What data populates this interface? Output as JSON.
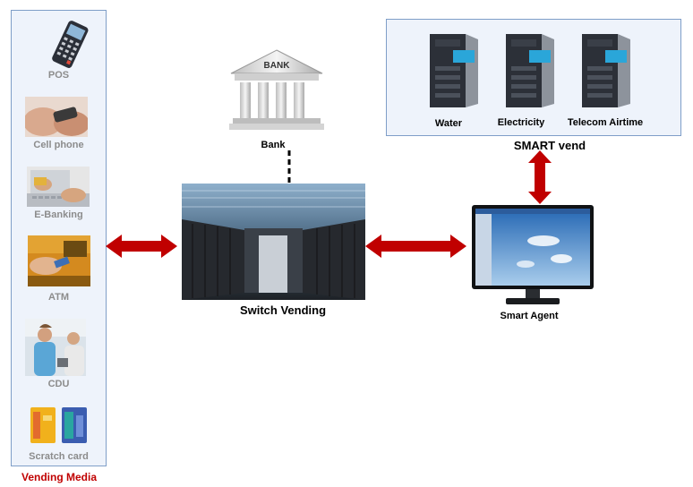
{
  "vending_media": {
    "title": "Vending Media",
    "items": [
      {
        "label": "POS"
      },
      {
        "label": "Cell phone"
      },
      {
        "label": "E-Banking"
      },
      {
        "label": "ATM"
      },
      {
        "label": "CDU"
      },
      {
        "label": "Scratch card"
      }
    ]
  },
  "bank": {
    "sign": "BANK",
    "label": "Bank"
  },
  "switch": {
    "label": "Switch Vending"
  },
  "smart_vend": {
    "title": "SMART vend",
    "servers": [
      {
        "label": "Water"
      },
      {
        "label": "Electricity"
      },
      {
        "label": "Telecom Airtime"
      }
    ]
  },
  "agent": {
    "label": "Smart Agent"
  },
  "colors": {
    "arrow": "#c00000",
    "panel_border": "#7f9ec8",
    "panel_fill": "#eef3fb",
    "title_red": "#c00000",
    "media_text": "#8c8c8c"
  }
}
